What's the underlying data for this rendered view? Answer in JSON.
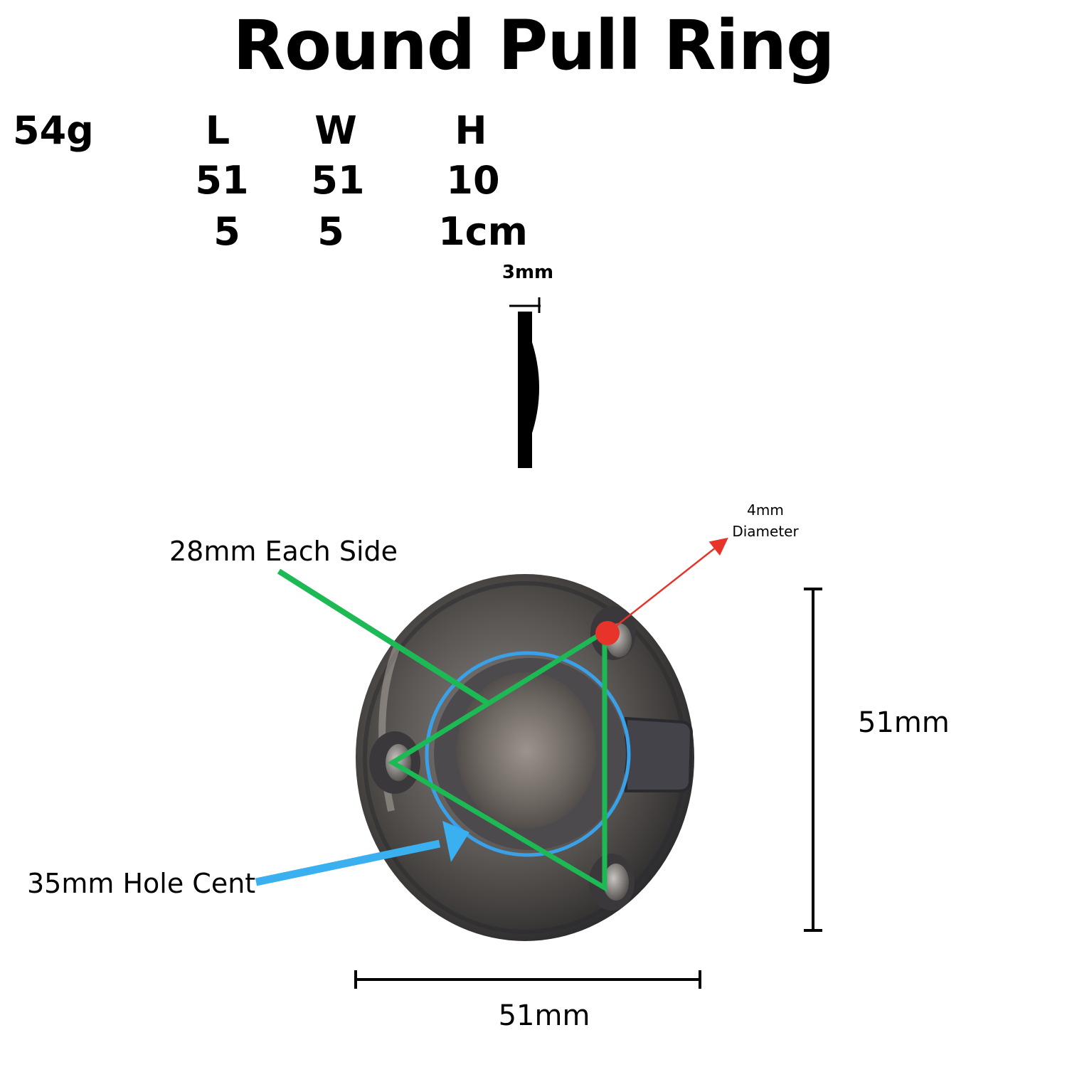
{
  "title": "Round Pull Ring",
  "specs": {
    "weight": "54g",
    "headers": [
      "L",
      "W",
      "H"
    ],
    "row_mm": [
      "51",
      "51",
      "10"
    ],
    "row_cm": [
      "5",
      "5",
      "1cm"
    ]
  },
  "profile": {
    "thickness_label": "3mm"
  },
  "annotations": {
    "triangle_side": "28mm Each Side",
    "hole_center": "35mm Hole Cent",
    "screw_hole_line1": "4mm",
    "screw_hole_line2": "Diameter",
    "height_dim": "51mm",
    "width_dim": "51mm"
  },
  "colors": {
    "triangle": "#1db954",
    "circle": "#3aa0e8",
    "hole_marker": "#e8332a",
    "arrow_blue": "#3ab0f0"
  }
}
